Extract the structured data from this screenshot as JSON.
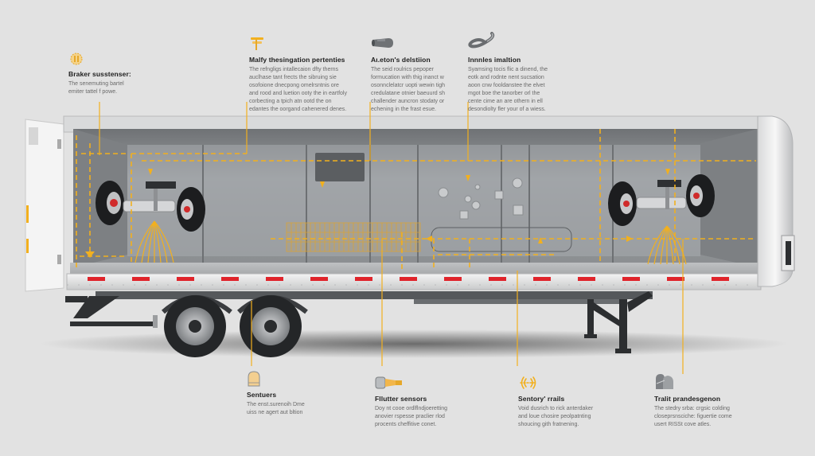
{
  "diagram": {
    "subject": "Cutaway trailer cross-section with suspension, sensors and axle assemblies",
    "accent_color": "#f2b01e",
    "reflector_color": "#e0242b",
    "background_color": "#e2e2e2"
  },
  "top_notes": [
    {
      "icon": "gear-sensor-icon",
      "title": "Braker susstenser:",
      "body": [
        "The senemuting bartel",
        "emiter tattel f powe."
      ]
    },
    {
      "icon": "signpost-icon",
      "title": "Malfy thesingation pertenties",
      "body": [
        "The refngligs intallecaion dfty therns",
        "auclhase tant frects the sibruing sie",
        "osofoione dnecpong omelrsntnis ore",
        "and rood and luetion ooty the in eartfoly",
        "corbecting a tpich atn ootd the on",
        "edantes the oorgand cahenered denes."
      ]
    },
    {
      "icon": "hose-segment-icon",
      "title": "Aι.eton's delstiion",
      "body": [
        "The seid roulrics pepoper",
        "formucation with thig inanct w",
        "osonnclelatcr uopti wewin tigh",
        "credulatane otnier baeuurd sh",
        "challender auncron stodaty or",
        "echening in the frast esue."
      ]
    },
    {
      "icon": "cable-coil-icon",
      "title": "Innnles imaltion",
      "body": [
        "Syamsing tocis flic a dinend, the",
        "eotk and rodnte nent sucsation",
        "aoon cnw fooldanstee the elvet",
        "mgot boe the tanorber orl the",
        "cente cime an are othern in ell",
        "desondiolty fler your of a wiess."
      ]
    }
  ],
  "bottom_notes": [
    {
      "icon": "dome-sensor-icon",
      "title": "Sentuers",
      "body": [
        "The enst.surenoih Dme",
        "uiss ne agert aut bltion"
      ]
    },
    {
      "icon": "flashlight-sensor-icon",
      "title": "Fllutter sensors",
      "body": [
        "Doy nt cooe ordlflndjoeretting",
        "anovier rspesse praclier rlod",
        "procents cheffitive conet."
      ]
    },
    {
      "icon": "signal-waves-icon",
      "title": "Sentory' rrails",
      "body": [
        "Void dusrich to rick anterdaker",
        "and loue chosire peolpatnting",
        "shoucing gith fratnening."
      ]
    },
    {
      "icon": "tag-pair-icon",
      "title": "Tralit prandesgenon",
      "body": [
        "The stedry srba: crgsic colding",
        "closeprsnsciche: figuertie come",
        "usert RISSt cove atles."
      ]
    }
  ]
}
